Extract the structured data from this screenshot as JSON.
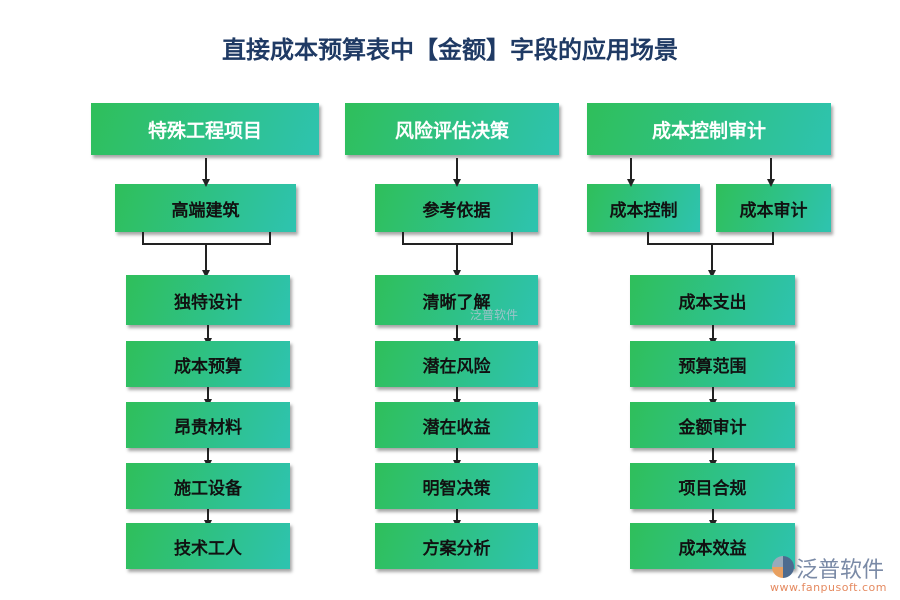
{
  "title": "直接成本预算表中【金额】字段的应用场景",
  "columns": [
    {
      "header": "特殊工程项目",
      "sub": [
        "高端建筑"
      ],
      "items": [
        "独特设计",
        "成本预算",
        "昂贵材料",
        "施工设备",
        "技术工人"
      ]
    },
    {
      "header": "风险评估决策",
      "sub": [
        "参考依据"
      ],
      "items": [
        "清晰了解",
        "潜在风险",
        "潜在收益",
        "明智决策",
        "方案分析"
      ]
    },
    {
      "header": "成本控制审计",
      "sub": [
        "成本控制",
        "成本审计"
      ],
      "items": [
        "成本支出",
        "预算范围",
        "金额审计",
        "项目合规",
        "成本效益"
      ]
    }
  ],
  "watermark": "泛普软件",
  "logo": {
    "name": "泛普软件",
    "url": "www.fanpusoft.com"
  },
  "colors": {
    "gradient_start": "#2fbf5a",
    "gradient_end": "#2ec3b0",
    "title": "#1f3a64"
  }
}
